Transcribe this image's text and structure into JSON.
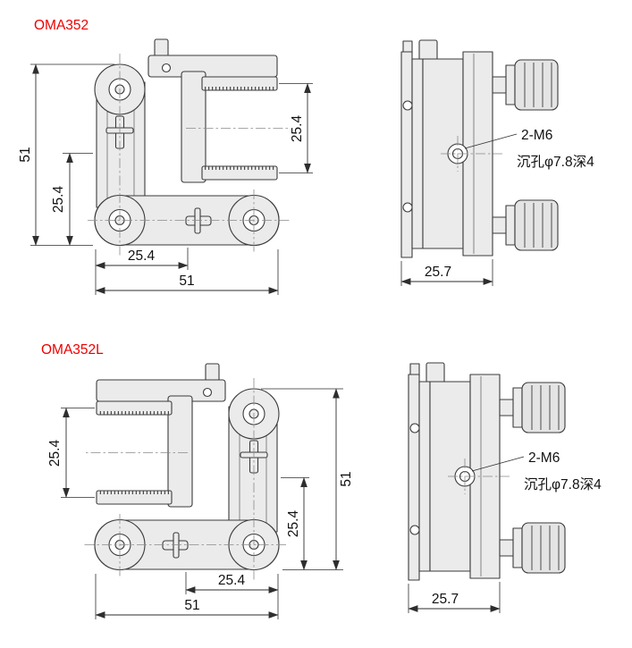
{
  "page": {
    "background": "#ffffff"
  },
  "colors": {
    "title_red": "#ee0000",
    "line": "#3b3b3b",
    "metal_fill": "#ebebeb"
  },
  "drawings": {
    "oma352": {
      "title": "OMA352",
      "front": {
        "height": "51",
        "lower_half": "25.4",
        "jaw_gap": "25.4",
        "half_width": "25.4",
        "width": "51"
      },
      "side": {
        "depth": "25.7",
        "note1": "2-M6",
        "note2": "沉孔φ7.8深4"
      }
    },
    "oma352l": {
      "title": "OMA352L",
      "front": {
        "height": "51",
        "lower_half": "25.4",
        "jaw_gap": "25.4",
        "half_width": "25.4",
        "width": "51"
      },
      "side": {
        "depth": "25.7",
        "note1": "2-M6",
        "note2": "沉孔φ7.8深4"
      }
    }
  }
}
